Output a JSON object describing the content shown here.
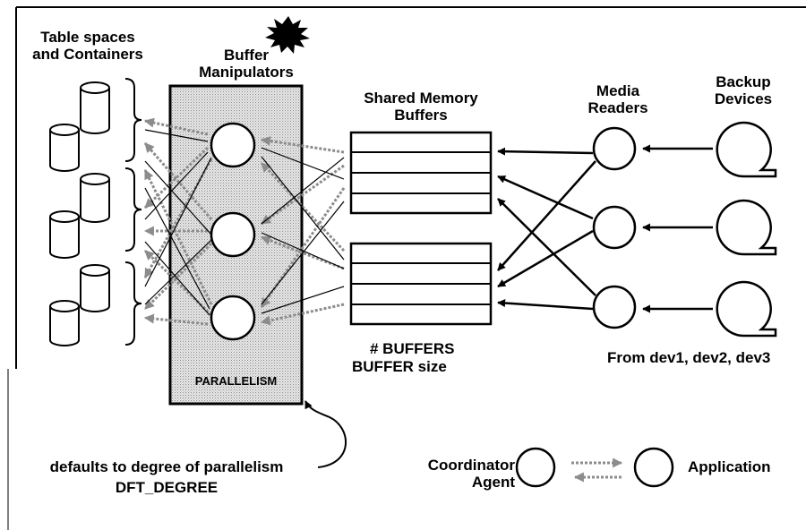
{
  "labels": {
    "tablespaces_line1": "Table spaces",
    "tablespaces_line2": "and Containers",
    "buffer_line1": "Buffer",
    "buffer_line2": "Manipulators",
    "shared_line1": "Shared Memory",
    "shared_line2": "Buffers",
    "media_line1": "Media",
    "media_line2": "Readers",
    "backup_line1": "Backup",
    "backup_line2": "Devices",
    "parallelism": "PARALLELISM",
    "num_buffers": "# BUFFERS",
    "buffer_size": "BUFFER size",
    "from_devices": "From dev1, dev2, dev3",
    "defaults_note": "defaults to degree of parallelism",
    "dft_degree": "DFT_DEGREE",
    "coordinator_line1": "Coordinator",
    "coordinator_line2": "Agent",
    "application": "Application"
  }
}
